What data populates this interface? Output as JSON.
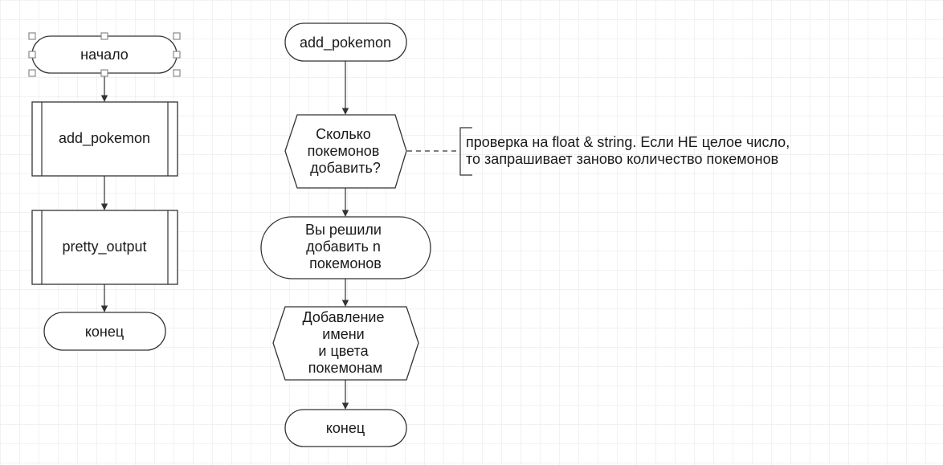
{
  "diagram": {
    "main_flow": {
      "start": "начало",
      "step_1": "add_pokemon",
      "step_2": "pretty_output",
      "end": "конец"
    },
    "add_pokemon_flow": {
      "title": "add_pokemon",
      "question": [
        "Сколько",
        "покемонов",
        "добавить?"
      ],
      "result": [
        "Вы решили",
        "добавить n",
        "покемонов"
      ],
      "action": [
        "Добавление",
        "имени",
        "и цвета",
        "покемонам"
      ],
      "end": "конец"
    },
    "comment": [
      "проверка на float & string. Если НЕ целое число,",
      "то запрашивает заново количество покемонов"
    ]
  },
  "colors": {
    "grid": "#e4e4e4",
    "stroke": "#333333",
    "text": "#1a1a1a",
    "background": "#ffffff"
  }
}
